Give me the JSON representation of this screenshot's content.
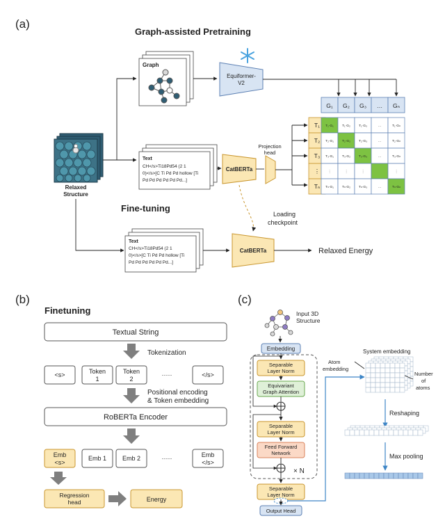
{
  "panel_labels": {
    "a": "(a)",
    "b": "(b)",
    "c": "(c)"
  },
  "panel_a": {
    "pretraining_title": "Graph-assisted Pretraining",
    "finetuning_title": "Fine-tuning",
    "graph_label": "Graph",
    "equiformer_line1": "Equiformer-",
    "equiformer_line2": "V2",
    "relaxed_line1": "Relaxed",
    "relaxed_line2": "Structure",
    "text_label": "Text",
    "text_line1": "CH</s>Ti18Pd54 (2 1",
    "text_line2": "0)</s>[C Ti Pd Pd hollow [Ti",
    "text_line3": "Pd Pd Pd Pd Pd Pd...]",
    "catberta": "CatBERTa",
    "projection_line1": "Projection",
    "projection_line2": "head",
    "loading_line1": "Loading",
    "loading_line2": "checkpoint",
    "relaxed_energy": "Relaxed Energy",
    "g_headers": [
      "G₁",
      "G₂",
      "G₃",
      "…",
      "Gₙ"
    ],
    "t_headers": [
      "T₁",
      "T₂",
      "T₃",
      "⋮",
      "Tₙ"
    ],
    "matrix": [
      [
        "T₁·G₁",
        "T₁·G₂",
        "T₁·G₃",
        "…",
        "T₁·Gₙ"
      ],
      [
        "T₂·G₁",
        "T₂·G₂",
        "T₂·G₃",
        "…",
        "T₂·Gₙ"
      ],
      [
        "T₃·G₁",
        "T₃·G₂",
        "T₃·G₃",
        "…",
        "T₃·Gₙ"
      ],
      [
        "⋮",
        "⋮",
        "⋮",
        "",
        "⋮"
      ],
      [
        "Tₙ·G₁",
        "Tₙ·G₂",
        "Tₙ·G₃",
        "…",
        "Tₙ·Gₙ"
      ]
    ],
    "diagonal_color": "#7dc242"
  },
  "panel_b": {
    "title": "Finetuning",
    "textual_string": "Textual String",
    "tokenization": "Tokenization",
    "tokens": [
      [
        "<s>"
      ],
      [
        "Token",
        "1"
      ],
      [
        "Token",
        "2"
      ],
      [
        "·····"
      ],
      [
        "</s>"
      ]
    ],
    "positional_line1": "Positional encoding",
    "positional_line2": "& Token embedding",
    "encoder": "RoBERTa Encoder",
    "embs": [
      [
        "Emb",
        "<s>"
      ],
      [
        "Emb 1"
      ],
      [
        "Emb 2"
      ],
      [
        "·····"
      ],
      [
        "Emb",
        "</s>"
      ]
    ],
    "regression_line1": "Regression",
    "regression_line2": "head",
    "energy": "Energy"
  },
  "panel_c": {
    "input_line1": "Input 3D",
    "input_line2": "Structure",
    "embedding": "Embedding",
    "sep_norm_line1": "Separable",
    "sep_norm_line2": "Layer Norm",
    "eq_line1": "Equivariant",
    "eq_line2": "Graph Attention",
    "ff_line1": "Feed Forward",
    "ff_line2": "Network",
    "times_n": "× N",
    "output_head": "Output Head",
    "system_embedding": "System embedding",
    "atom_line1": "Atom",
    "atom_line2": "embedding",
    "num_line1": "Number",
    "num_line2": "of",
    "num_line3": "atoms",
    "reshaping": "Reshaping",
    "max_pooling": "Max pooling"
  },
  "colors": {
    "gold_fill": "#fbe7b4",
    "gold_stroke": "#c9962e",
    "blue_fill": "#d8e4f3",
    "blue_stroke": "#5b7fb3",
    "green_fill": "#dff0d8",
    "green_stroke": "#6aa84f",
    "peach_fill": "#fbd9c6",
    "peach_stroke": "#d9825b",
    "slate": "#2f5d73",
    "accent_blue": "#3d85c6"
  }
}
